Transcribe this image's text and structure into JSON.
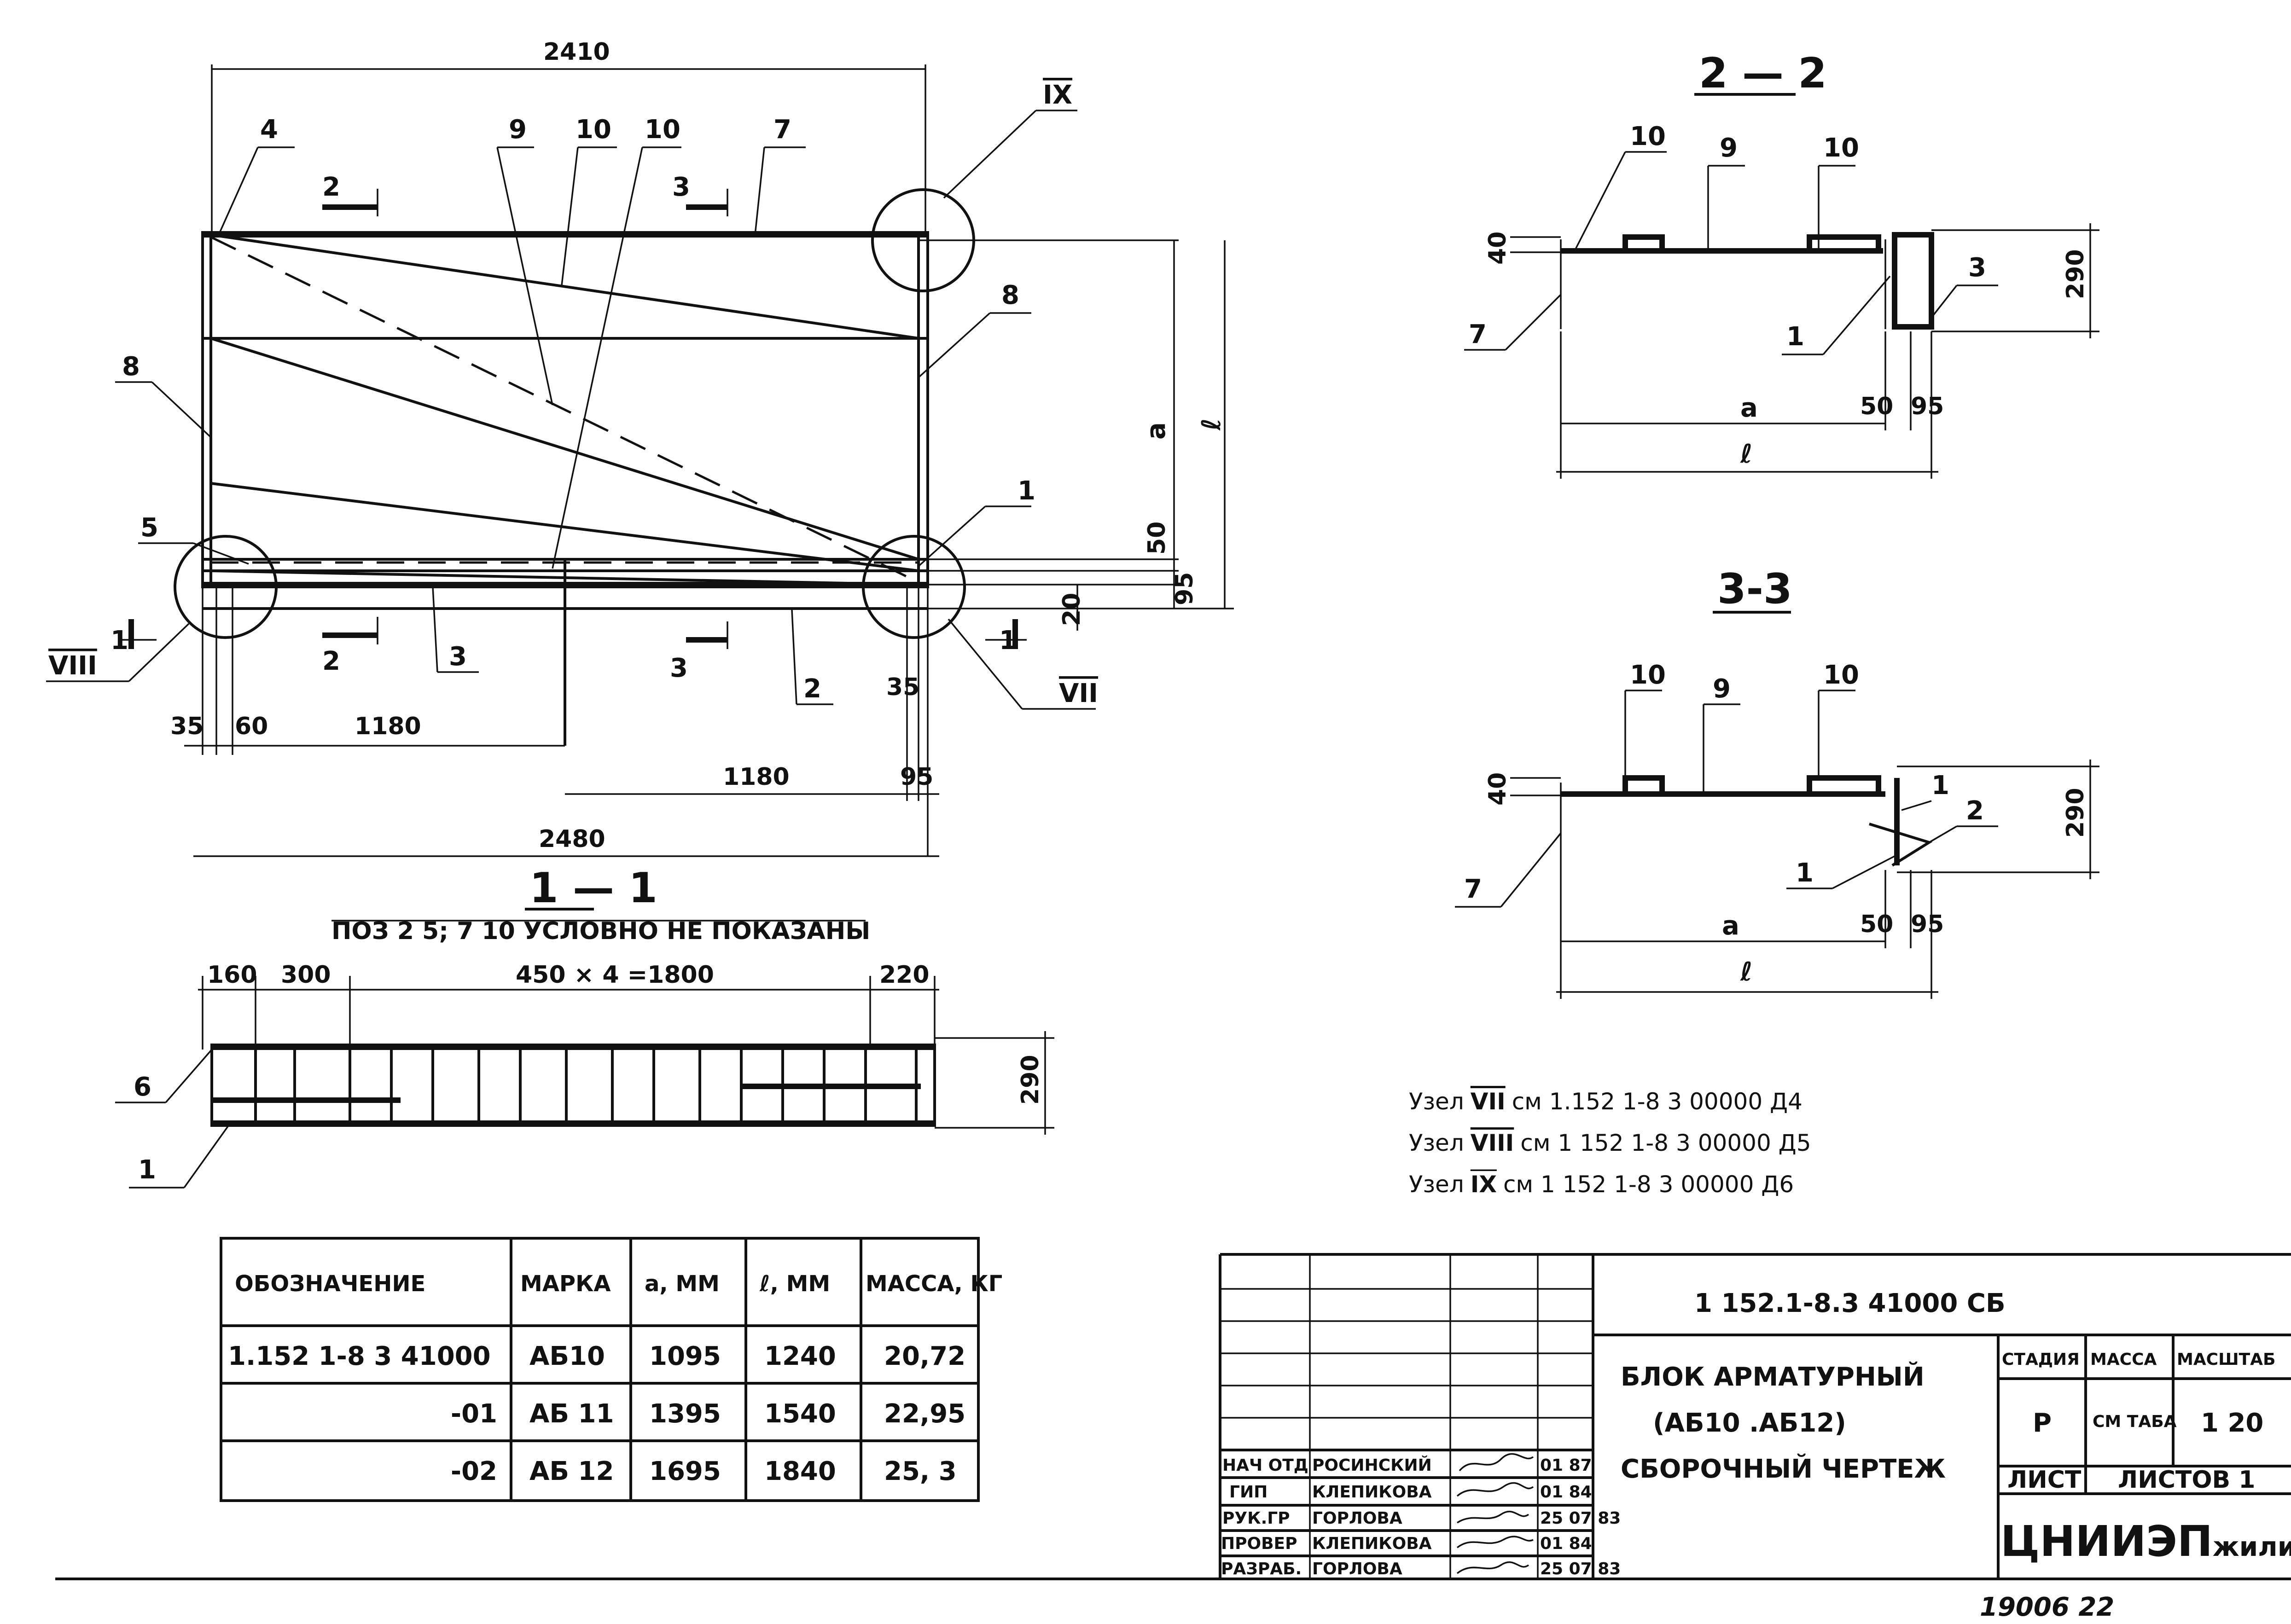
{
  "main_view": {
    "dims": {
      "top_width": "2410",
      "bottom_width": "2480",
      "left_35": "35",
      "left_60": "60",
      "left_1180": "1180",
      "right_1180": "1180",
      "right_35": "35",
      "right_95": "95",
      "height_a": "a",
      "height_l": "ℓ",
      "side_50": "50",
      "side_95": "95",
      "side_20": "20"
    },
    "callouts": [
      "4",
      "9",
      "10",
      "10",
      "7",
      "8",
      "8",
      "5",
      "1",
      "3",
      "2"
    ],
    "cuts": {
      "cut2": "2",
      "cut3": "3",
      "cut1": "1"
    },
    "nodes": {
      "n9": "IX",
      "n8": "VIII",
      "n7": "VII"
    }
  },
  "section_1_1": {
    "title": "1 — 1",
    "subtitle": "ПОЗ 2 5; 7 10  УСЛОВНО НЕ ПОКАЗАНЫ",
    "dims": {
      "d160": "160",
      "d300": "300",
      "d1800": "450 × 4 =1800",
      "d220": "220",
      "d290": "290"
    },
    "callouts": {
      "c6": "6",
      "c1": "1"
    }
  },
  "section_2_2": {
    "title": "2 — 2",
    "labels": {
      "l10a": "10",
      "l9": "9",
      "l10b": "10",
      "l7": "7",
      "l1": "1",
      "l3": "3"
    },
    "dims": {
      "d40": "40",
      "d290": "290",
      "da": "a",
      "d50": "50",
      "d95": "95",
      "dl": "ℓ"
    }
  },
  "section_3_3": {
    "title": "3-3",
    "labels": {
      "l10a": "10",
      "l9": "9",
      "l10b": "10",
      "l7": "7",
      "l1a": "1",
      "l2": "2",
      "l1b": "1"
    },
    "dims": {
      "d40": "40",
      "d290": "290",
      "da": "a",
      "d50": "50",
      "d95": "95",
      "dl": "ℓ"
    }
  },
  "node_refs": [
    {
      "prefix": "Узел",
      "node": "VII",
      "text": "см 1.152 1-8 3 00000 Д4"
    },
    {
      "prefix": "Узел",
      "node": "VIII",
      "text": "см 1 152 1-8 3 00000 Д5"
    },
    {
      "prefix": "Узел",
      "node": "IX",
      "text": "см 1 152 1-8 3 00000 Д6"
    }
  ],
  "spec_table": {
    "headers": [
      "ОБОЗНАЧЕНИЕ",
      "МАРКА",
      "a, ММ",
      "ℓ, ММ",
      "МАССА, КГ"
    ],
    "rows": [
      [
        "1.152 1-8 3 41000",
        "АБ10",
        "1095",
        "1240",
        "20,72"
      ],
      [
        "-01",
        "АБ 11",
        "1395",
        "1540",
        "22,95"
      ],
      [
        "-02",
        "АБ 12",
        "1695",
        "1840",
        "25, 3"
      ]
    ]
  },
  "title_block": {
    "doc_code": "1 152.1-8.3  41000  СБ",
    "title_lines": [
      "БЛОК АРМАТУРНЫЙ",
      "(АБ10 .АБ12)",
      "СБОРОЧНЫЙ ЧЕРТЕЖ"
    ],
    "stage_head": "СТАДИЯ",
    "mass_head": "МАССА",
    "scale_head": "МАСШТАБ",
    "stage": "Р",
    "mass": "СМ ТАБА",
    "scale": "1 20",
    "sheet_label": "ЛИСТ",
    "sheets_label": "ЛИСТОВ 1",
    "org": "ЦНИИЭП",
    "org_suffix": "жилища",
    "people": [
      {
        "role": "НАЧ ОТД",
        "name": "РОСИНСКИЙ",
        "date": "01 87"
      },
      {
        "role": "ГИП",
        "name": "КЛЕПИКОВА",
        "date": "01 84"
      },
      {
        "role": "РУК.ГР",
        "name": "ГОРЛОВА",
        "date": "25 07 83"
      },
      {
        "role": "ПРОВЕР",
        "name": "КЛЕПИКОВА",
        "date": "01 84"
      },
      {
        "role": "РАЗРАБ.",
        "name": "ГОРЛОВА",
        "date": "25 07 83"
      }
    ],
    "bottom_number": "19006  22"
  }
}
